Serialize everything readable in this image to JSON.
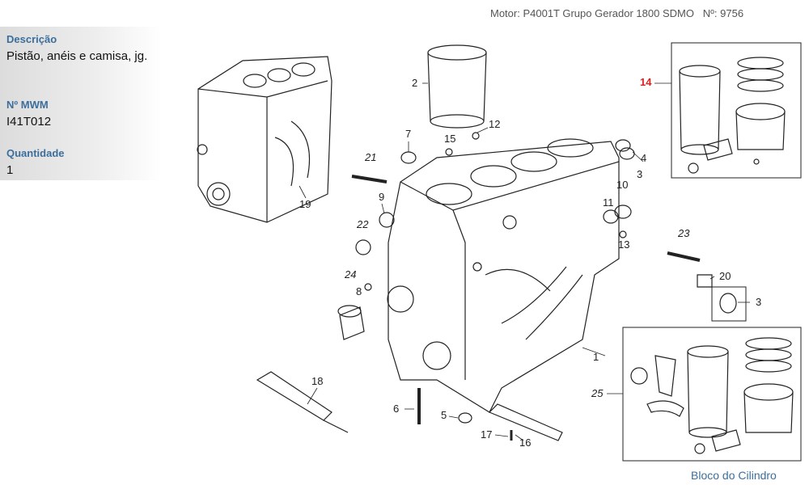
{
  "header": {
    "motor": "Motor: P4001T Grupo Gerador 1800 SDMO",
    "numero": "Nº: 9756"
  },
  "info": {
    "descricao_label": "Descrição",
    "descricao_value": "Pistão, anéis e camisa, jg.",
    "mwm_label": "Nº MWM",
    "mwm_value": "I41T012",
    "quantidade_label": "Quantidade",
    "quantidade_value": "1"
  },
  "callouts": [
    "2",
    "7",
    "15",
    "12",
    "4",
    "3",
    "21",
    "9",
    "19",
    "22",
    "10",
    "11",
    "13",
    "23",
    "24",
    "8",
    "20",
    "3",
    "1",
    "18",
    "6",
    "5",
    "17",
    "16",
    "25",
    "14"
  ],
  "footer": {
    "title": "Bloco do Cilindro"
  },
  "colors": {
    "label_blue": "#3c6e9c",
    "highlight_red": "#e02020"
  }
}
